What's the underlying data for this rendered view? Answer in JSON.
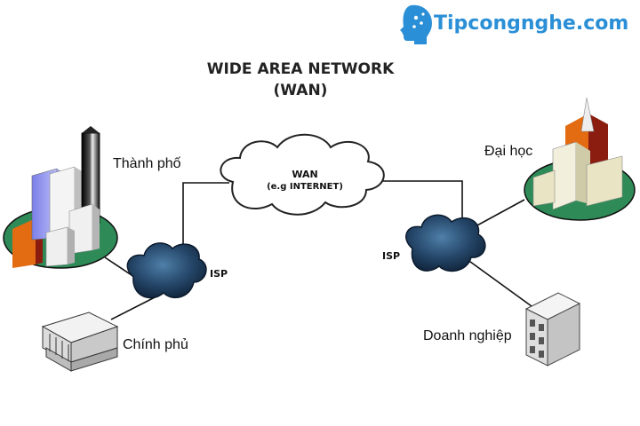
{
  "logo": {
    "text": "Tipcongnghe.com",
    "color": "#2a8fd6"
  },
  "title": {
    "line1": "WIDE AREA NETWORK",
    "line2": "(WAN)"
  },
  "wan": {
    "label": "WAN",
    "sublabel": "(e.g INTERNET)"
  },
  "isp_left": {
    "label": "ISP"
  },
  "isp_right": {
    "label": "ISP"
  },
  "nodes": {
    "city": "Thành phố",
    "government": "Chính phủ",
    "university": "Đại học",
    "business": "Doanh nghiệp"
  },
  "colors": {
    "grass": "#2e8b57",
    "cloud_dark": "#1f3a5a",
    "line": "#111111"
  }
}
